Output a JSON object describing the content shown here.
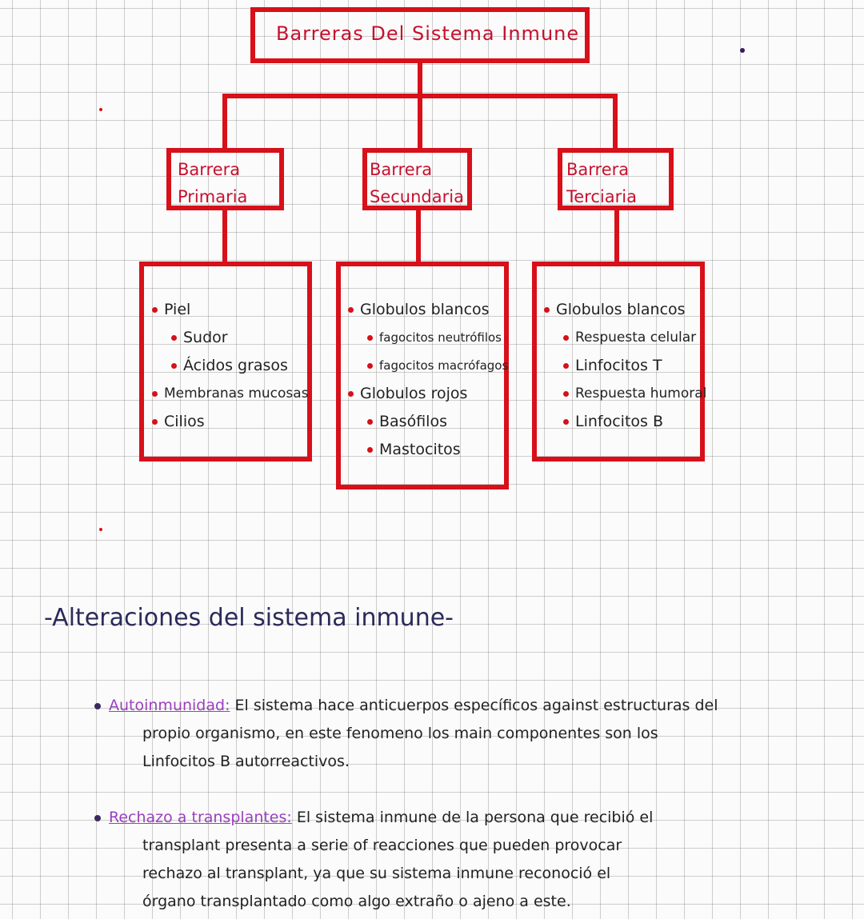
{
  "diagram": {
    "title": "Barreras Del Sistema Inmune",
    "branches": [
      {
        "title_line1": "Barrera",
        "title_line2": "Primaria",
        "items": [
          {
            "label": "Piel",
            "level": 0
          },
          {
            "label": "Sudor",
            "level": 1
          },
          {
            "label": "Ácidos grasos",
            "level": 1
          },
          {
            "label": "Membranas mucosas",
            "level": 0
          },
          {
            "label": "Cilios",
            "level": 0
          }
        ]
      },
      {
        "title_line1": "Barrera",
        "title_line2": "Secundaria",
        "items": [
          {
            "label": "Globulos blancos",
            "level": 0
          },
          {
            "label": "fagocitos neutrófilos",
            "level": 1
          },
          {
            "label": "fagocitos macrófagos",
            "level": 1
          },
          {
            "label": "Globulos rojos",
            "level": 0
          },
          {
            "label": "Basófilos",
            "level": 1
          },
          {
            "label": "Mastocitos",
            "level": 1
          }
        ]
      },
      {
        "title_line1": "Barrera",
        "title_line2": "Terciaria",
        "items": [
          {
            "label": "Globulos blancos",
            "level": 0
          },
          {
            "label": "Respuesta celular",
            "level": 1
          },
          {
            "label": "Linfocitos T",
            "level": 1
          },
          {
            "label": "Respuesta humoral",
            "level": 1
          },
          {
            "label": "Linfocitos B",
            "level": 1
          }
        ]
      }
    ]
  },
  "section": {
    "heading": "-Alteraciones del sistema inmune-",
    "entries": [
      {
        "term": "Autoinmunidad:",
        "line1": "El sistema hace anticuerpos específicos against estructuras del",
        "line2": "propio organismo, en este fenomeno los main componentes son los",
        "line3": "Linfocitos B autorreactivos."
      },
      {
        "term": "Rechazo a transplantes:",
        "line1": "El sistema inmune de la persona que recibió el",
        "line2": "transplant presenta a serie of reacciones que pueden provocar",
        "line3": "rechazo al transplant, ya que su sistema inmune reconoció el",
        "line4": "órgano transplantado como algo extraño o ajeno a este."
      }
    ]
  },
  "colors": {
    "diagram_red": "#d7101a",
    "term_purple": "#9b3fc0",
    "heading_ink": "#2a2a5a"
  }
}
